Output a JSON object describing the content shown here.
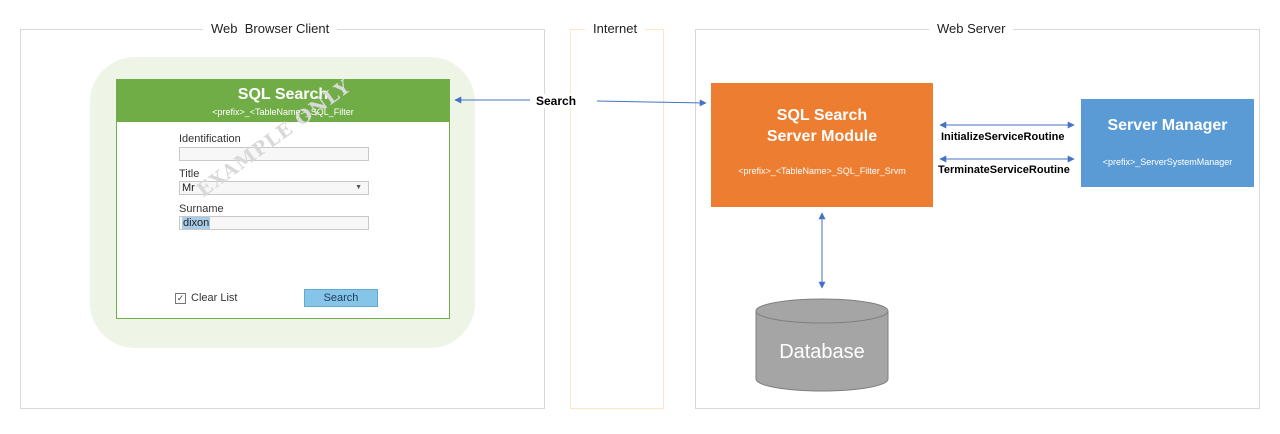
{
  "sections": {
    "client": "Web  Browser Client",
    "internet": "Internet",
    "server": "Web Server"
  },
  "form": {
    "title": "SQL Search",
    "subtitle": "<prefix>_<TableName>_SQL_Filter",
    "identification_label": "Identification",
    "identification_value": "",
    "title_label": "Title",
    "title_value": "Mr",
    "surname_label": "Surname",
    "surname_value": "dixon",
    "clear_list_label": "Clear List",
    "clear_list_checked": true,
    "search_button": "Search",
    "watermark": "EXAMPLE ONLY"
  },
  "edges": {
    "search": "Search",
    "initialize": "InitializeServiceRoutine",
    "terminate": "TerminateServiceRoutine"
  },
  "sql_module": {
    "line1": "SQL Search",
    "line2": "Server Module",
    "subtitle": "<prefix>_<TableName>_SQL_Filter_Srvm"
  },
  "server_manager": {
    "title": "Server Manager",
    "subtitle": "<prefix>_ServerSystemManager"
  },
  "database": {
    "label": "Database"
  },
  "colors": {
    "form_green": "#70ad47",
    "module_orange": "#ed7d31",
    "manager_blue": "#5b9bd5",
    "database_gray": "#a5a5a5",
    "arrow_blue": "#4472c4"
  }
}
